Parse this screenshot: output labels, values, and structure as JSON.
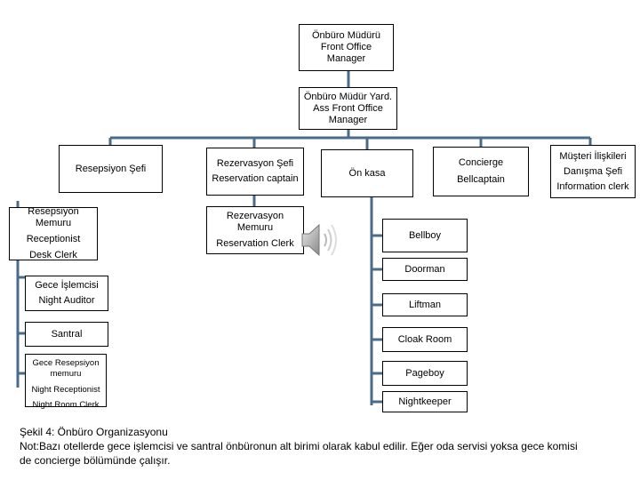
{
  "manager": {
    "line1": "Önbüro Müdürü",
    "line2": "Front Office",
    "line3": "Manager"
  },
  "assistant": {
    "line1": "Önbüro Müdür Yard.",
    "line2": "Ass Front Office",
    "line3": "Manager"
  },
  "reception_chief": {
    "line1": "Resepsiyon Şefi"
  },
  "reservation_chief": {
    "line1": "Rezervasyon Şefi",
    "line2": "Reservation captain"
  },
  "front_cashier": {
    "line1": "Ön kasa"
  },
  "concierge": {
    "line1": "Concierge",
    "line2": "Bellcaptain"
  },
  "guest_relations": {
    "line1": "Müşteri İlişkileri",
    "line2": "Danışma Şefi",
    "line3": "Information clerk"
  },
  "reception_clerk": {
    "line1": "Resepsiyon Memuru",
    "line2": "Receptionist",
    "line3": "Desk Clerk"
  },
  "reservation_clerk": {
    "line1": "Rezervasyon",
    "line2": "Memuru",
    "line3": "Reservation Clerk"
  },
  "night_auditor": {
    "line1": "Gece İşlemcisi",
    "line2": "Night Auditor"
  },
  "switchboard": {
    "line1": "Santral"
  },
  "night_receptionist": {
    "line1": "Gece Resepsiyon",
    "line2": "memuru",
    "line3": "Night Receptionist",
    "line4": "Night Room Clerk"
  },
  "concierge_staff": [
    "Bellboy",
    "Doorman",
    "Liftman",
    "Cloak Room",
    "Pageboy",
    "Nightkeeper"
  ],
  "caption": {
    "title": "Şekil 4: Önbüro Organizasyonu",
    "note_line1": "Not:Bazı otellerde gece işlemcisi ve santral önbüronun alt birimi olarak kabul edilir. Eğer oda servisi yoksa gece komisi",
    "note_line2": "de concierge bölümünde çalışır."
  },
  "colors": {
    "connector": "#4a6b8a",
    "border": "#000000"
  },
  "icons": {
    "speaker": "speaker-icon"
  }
}
